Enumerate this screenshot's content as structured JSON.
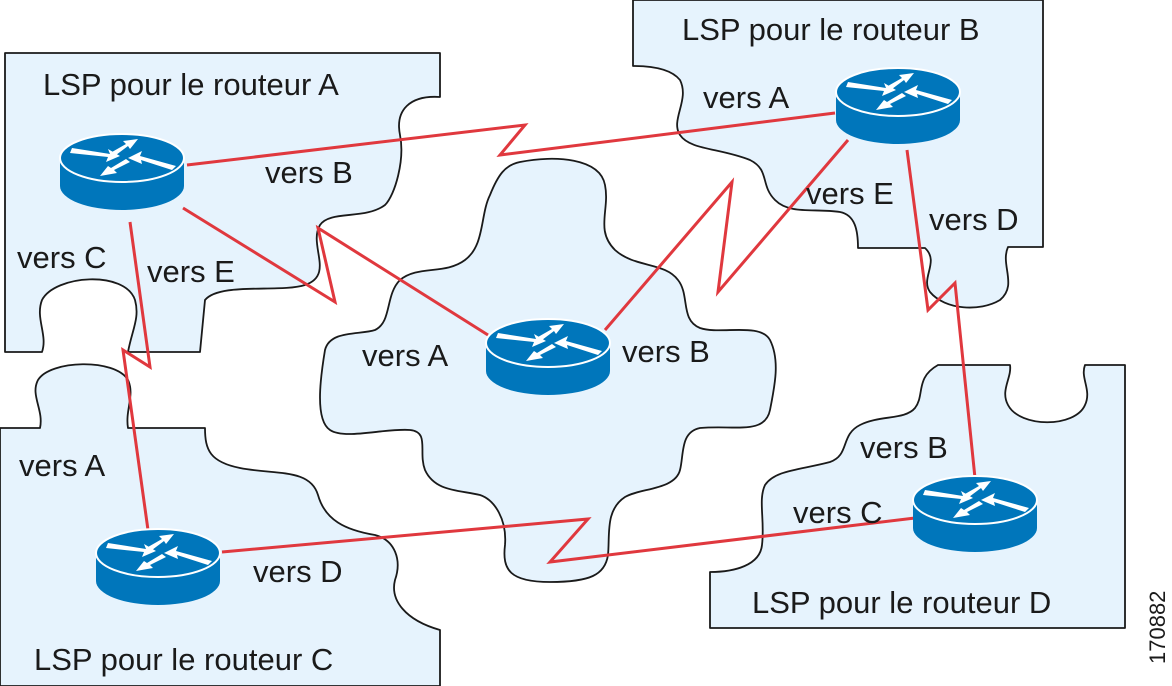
{
  "diagram": {
    "description": "Link-state packets (LSP) as puzzle pieces for each router",
    "colors": {
      "piece_fill": "#e6f3fd",
      "piece_outline": "#1a1a1a",
      "link": "#e0383e",
      "router": "#0076bb"
    },
    "pieces": [
      {
        "id": "A",
        "title": "LSP pour le routeur A",
        "labels": [
          "vers B",
          "vers C",
          "vers E"
        ]
      },
      {
        "id": "B",
        "title": "LSP pour le routeur B",
        "labels": [
          "vers A",
          "vers E",
          "vers D"
        ]
      },
      {
        "id": "E",
        "title": "",
        "labels": [
          "vers A",
          "vers B"
        ]
      },
      {
        "id": "C",
        "title": "LSP pour le routeur C",
        "labels": [
          "vers A",
          "vers D"
        ]
      },
      {
        "id": "D",
        "title": "LSP pour le routeur D",
        "labels": [
          "vers B",
          "vers C"
        ]
      }
    ],
    "links": [
      {
        "from": "A",
        "to": "B",
        "type": "serial"
      },
      {
        "from": "A",
        "to": "E",
        "type": "serial"
      },
      {
        "from": "A",
        "to": "C",
        "type": "serial"
      },
      {
        "from": "B",
        "to": "E",
        "type": "serial"
      },
      {
        "from": "B",
        "to": "D",
        "type": "serial"
      },
      {
        "from": "C",
        "to": "D",
        "type": "serial"
      }
    ],
    "figure_id": "170882"
  }
}
